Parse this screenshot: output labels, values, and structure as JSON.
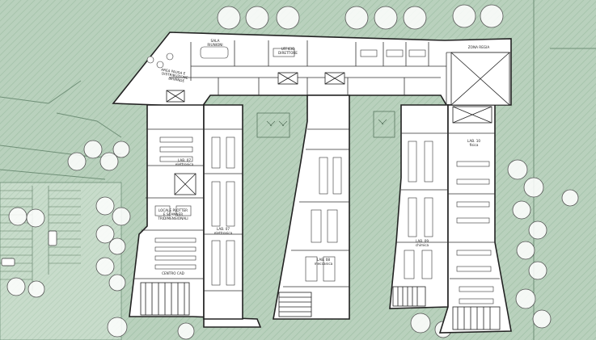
{
  "colors": {
    "site_background": "#b9d1bd",
    "hatch": "#9fbea6",
    "building_fill": "#ffffff",
    "wall": "#222222",
    "tree_fill": "#ffffff",
    "tree_stroke": "#555555",
    "furniture": "#333333"
  },
  "labels": {
    "sala_riunioni_1": "SALA",
    "sala_riunioni_2": "RIUNIONI",
    "ufficio_direttore_1": "UFFICIO",
    "ufficio_direttore_2": "DIRETTORE",
    "zona_regia": "ZONA REGIA",
    "area_pausa_1": "AREA PAUSA E",
    "area_pausa_2": "DISTRIBUZIONE",
    "area_pausa_3": "BEVANDE",
    "lab_07a_1": "LAB. 07",
    "lab_07a_2": "elettronica",
    "lab_07b_1": "LAB. 07",
    "lab_07b_2": "elettronica",
    "locale_plotter_1": "LOCALE PLOTTER",
    "locale_plotter_2": "E SCANNER",
    "locale_plotter_3": "TRIDIMENSIONALI",
    "centro_cad": "CENTRO CAD",
    "lab_08_1": "LAB. 08",
    "lab_08_2": "meccanica",
    "lab_09_1": "LAB. 09",
    "lab_09_2": "chimica",
    "lab_10_1": "LAB. 10",
    "lab_10_2": "fisica"
  },
  "icons": {
    "trees": "tree-icon",
    "parking": "parking-stall-icon",
    "car": "car-icon",
    "stairs": "staircase-icon",
    "elevator": "elevator-icon"
  }
}
